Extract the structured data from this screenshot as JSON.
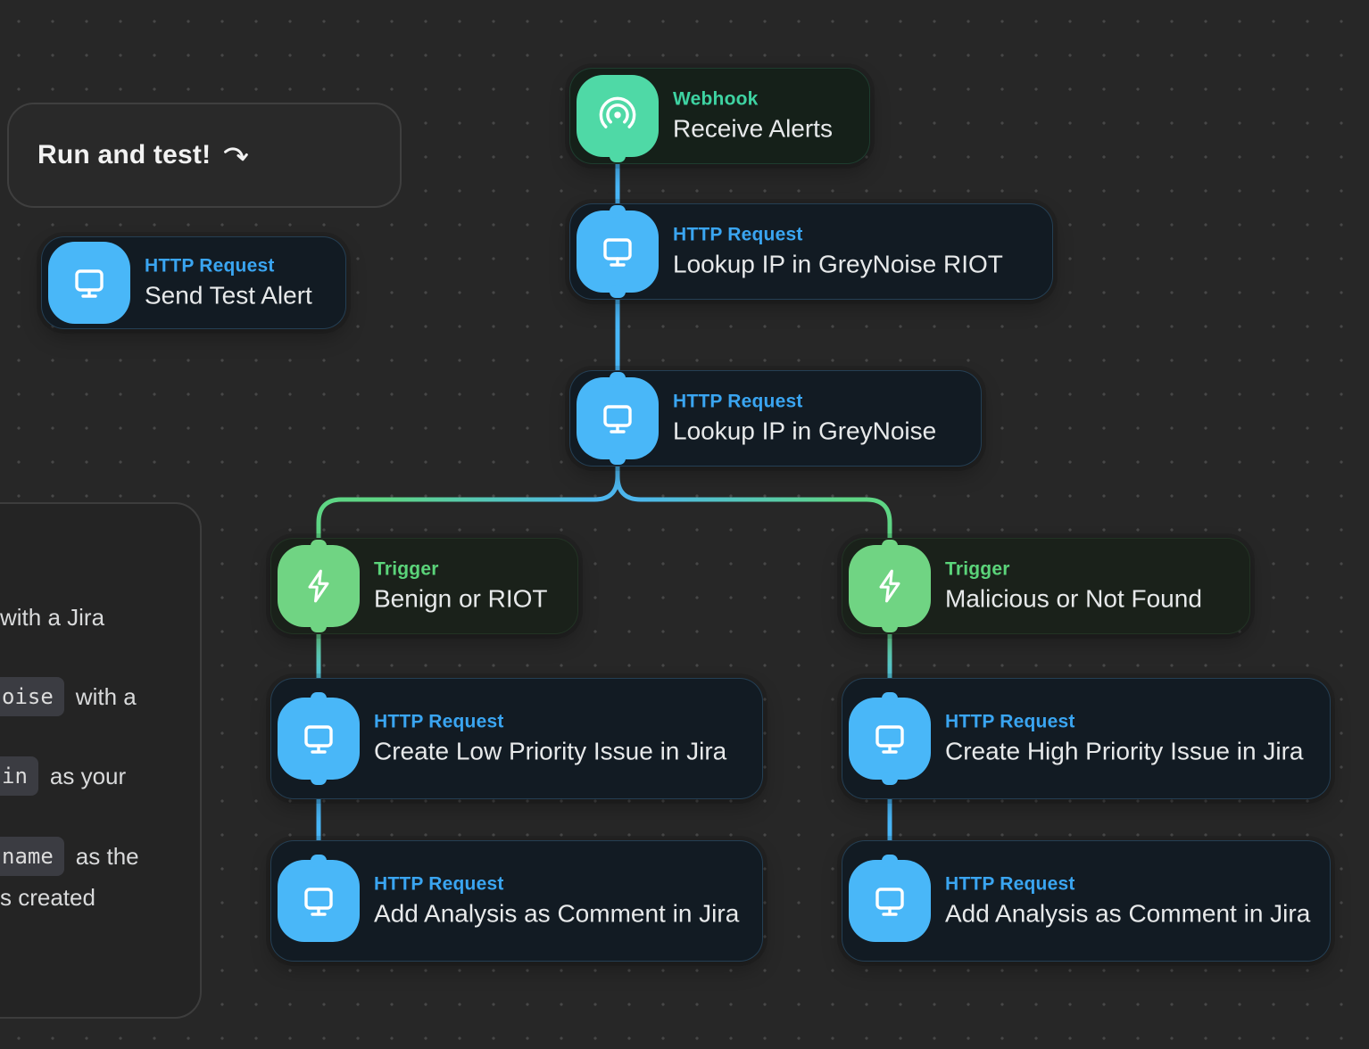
{
  "callout": {
    "label": "Run and test!"
  },
  "note_panel": {
    "lines": [
      {
        "text": "with a Jira"
      },
      {
        "chip": "oise",
        "text": "with a"
      },
      {
        "chip": "in",
        "text": "as your"
      },
      {
        "chip": "name",
        "text": "as the"
      },
      {
        "text": "s created"
      }
    ]
  },
  "nodes": [
    {
      "id": "send-test-alert",
      "type_label": "HTTP Request",
      "title": "Send Test Alert"
    },
    {
      "id": "receive-alerts",
      "type_label": "Webhook",
      "title": "Receive Alerts"
    },
    {
      "id": "lookup-riot",
      "type_label": "HTTP Request",
      "title": "Lookup IP in GreyNoise RIOT"
    },
    {
      "id": "lookup-greynoise",
      "type_label": "HTTP Request",
      "title": "Lookup IP in GreyNoise"
    },
    {
      "id": "trigger-benign",
      "type_label": "Trigger",
      "title": "Benign or RIOT"
    },
    {
      "id": "trigger-malicious",
      "type_label": "Trigger",
      "title": "Malicious or Not Found"
    },
    {
      "id": "create-low",
      "type_label": "HTTP Request",
      "title": "Create Low Priority Issue in Jira"
    },
    {
      "id": "create-high",
      "type_label": "HTTP Request",
      "title": "Create High Priority Issue in Jira"
    },
    {
      "id": "comment-left",
      "type_label": "HTTP Request",
      "title": "Add Analysis as Comment in Jira"
    },
    {
      "id": "comment-right",
      "type_label": "HTTP Request",
      "title": "Add Analysis as Comment in Jira"
    }
  ],
  "colors": {
    "canvas_bg": "#272727",
    "grid_dot": "#474747",
    "http_accent": "#3aa5f1",
    "http_icon": "#49b7f8",
    "webhook_accent": "#3ed3a2",
    "webhook_icon": "#4fd9a6",
    "trigger_accent": "#5bd47a",
    "trigger_icon": "#70d483",
    "connector_blue": "#49b7f8",
    "connector_green": "#5ed584",
    "title_text": "#e7e9ea"
  }
}
